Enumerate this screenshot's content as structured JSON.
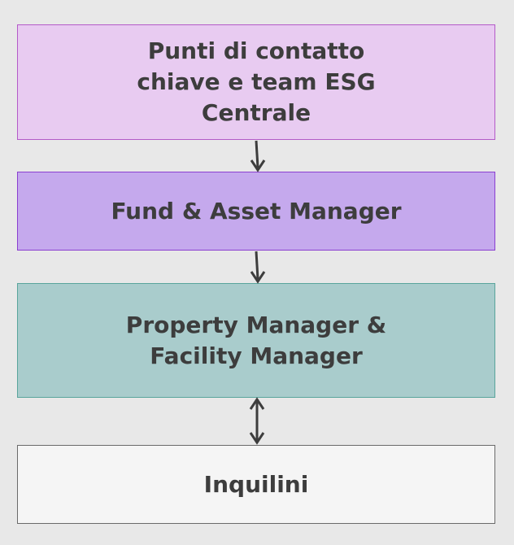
{
  "diagram": {
    "boxes": [
      {
        "id": "box1",
        "label": "Punti di contatto\nchiave e team ESG\nCentrale",
        "fill": "#e8cbf1",
        "border": "#b45ac8"
      },
      {
        "id": "box2",
        "label": "Fund & Asset Manager",
        "fill": "#c5a9ed",
        "border": "#8a3fd0"
      },
      {
        "id": "box3",
        "label": "Property Manager &\nFacility Manager",
        "fill": "#a9cccc",
        "border": "#5aa59c"
      },
      {
        "id": "box4",
        "label": "Inquilini",
        "fill": "#f5f5f5",
        "border": "#6a6a6a"
      }
    ],
    "connectors": [
      {
        "from": "box1",
        "to": "box2",
        "direction": "down"
      },
      {
        "from": "box2",
        "to": "box3",
        "direction": "down"
      },
      {
        "from": "box3",
        "to": "box4",
        "direction": "both"
      }
    ],
    "arrow_color": "#3d3d3d"
  }
}
